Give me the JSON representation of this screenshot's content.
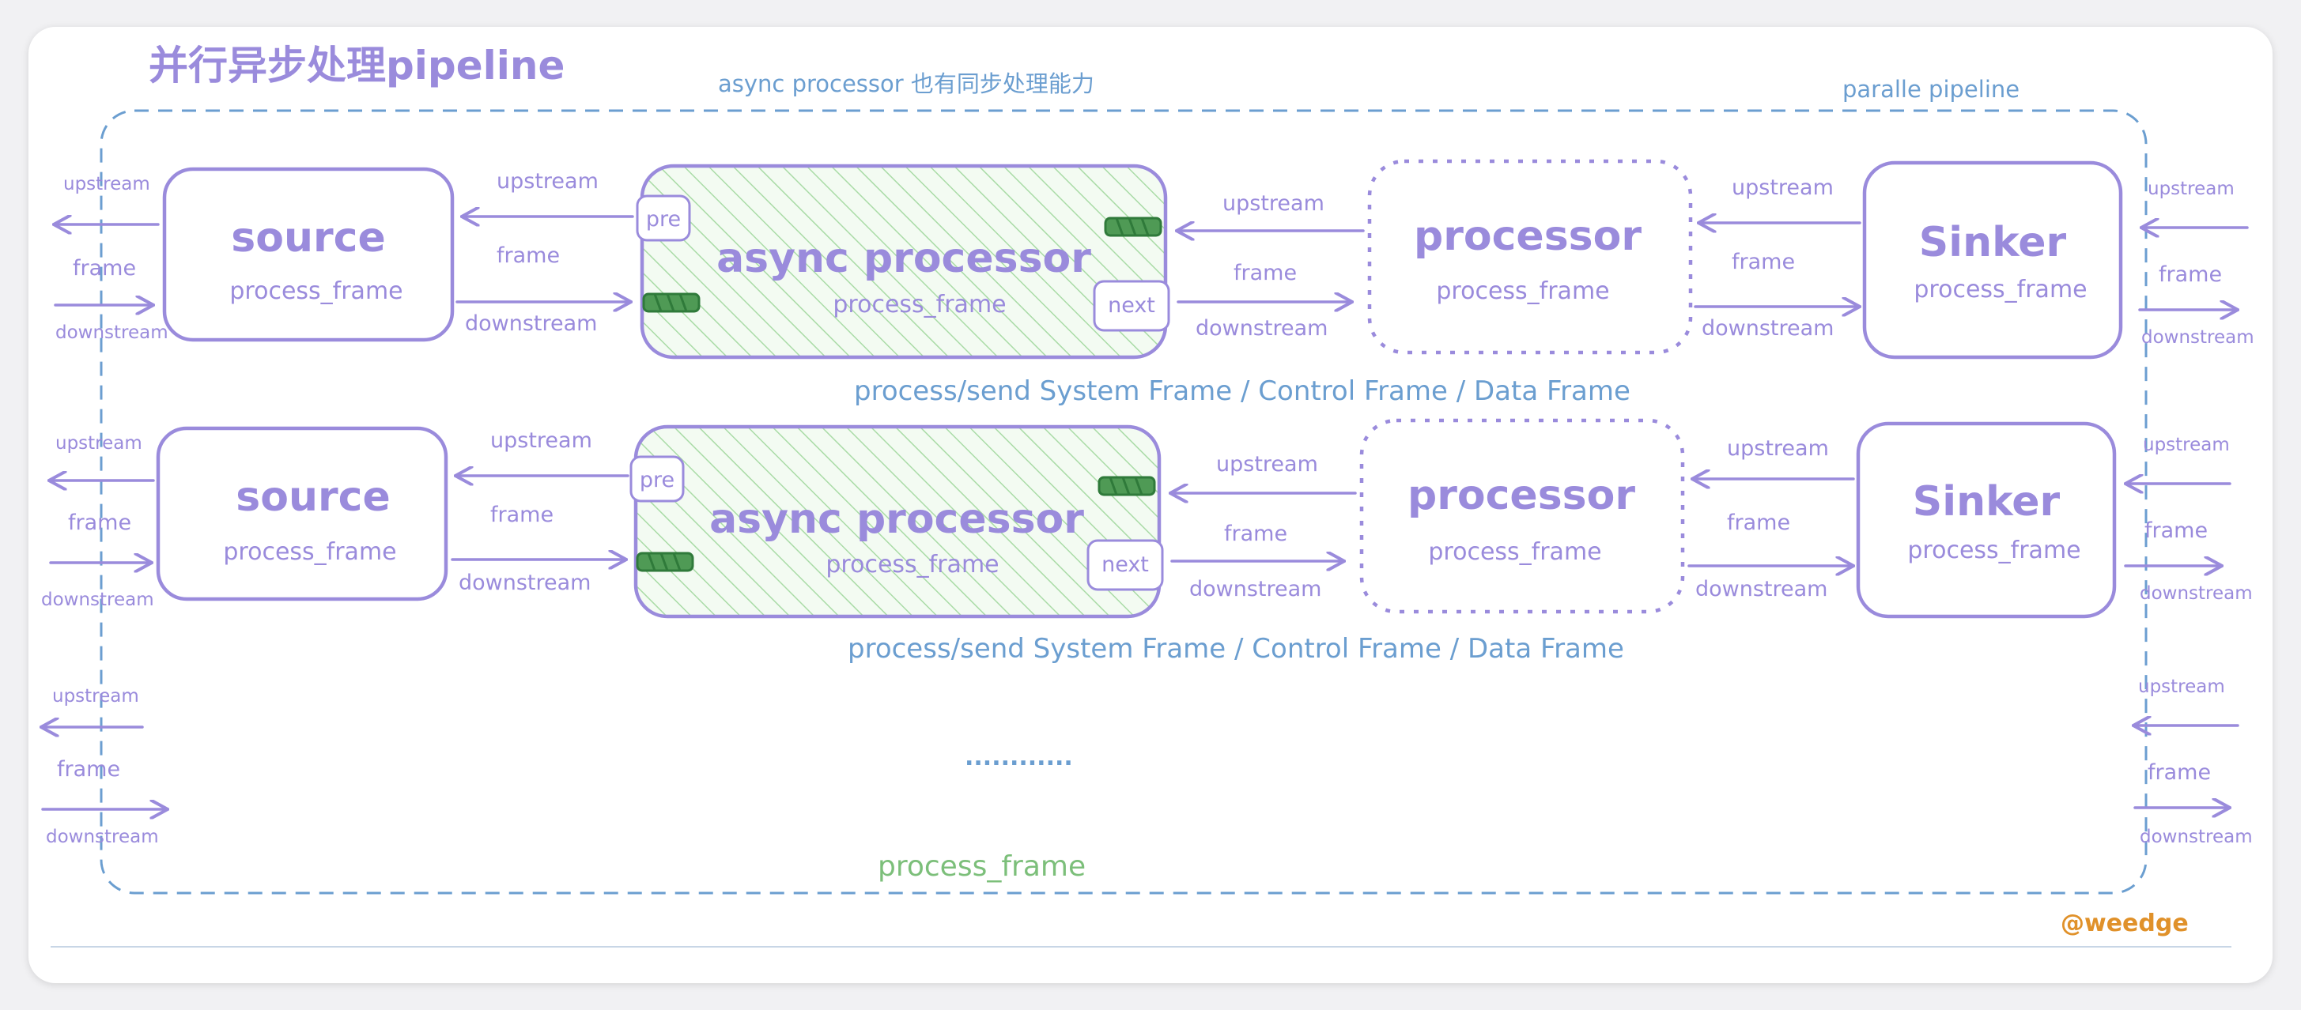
{
  "title": "并行异步处理pipeline",
  "note_async": "async processor 也有同步处理能力",
  "note_parallel": "paralle pipeline",
  "rows": [
    {
      "source": {
        "title": "source",
        "sub": "process_frame"
      },
      "async": {
        "title": "async processor",
        "sub": "process_frame",
        "pre": "pre",
        "next": "next"
      },
      "processor": {
        "title": "processor",
        "sub": "process_frame"
      },
      "sinker": {
        "title": "Sinker",
        "sub": "process_frame"
      },
      "caption": "process/send  System Frame / Control Frame / Data Frame"
    },
    {
      "source": {
        "title": "source",
        "sub": "process_frame"
      },
      "async": {
        "title": "async processor",
        "sub": "process_frame",
        "pre": "pre",
        "next": "next"
      },
      "processor": {
        "title": "processor",
        "sub": "process_frame"
      },
      "sinker": {
        "title": "Sinker",
        "sub": "process_frame"
      },
      "caption": "process/send  System Frame / Control Frame / Data Frame"
    }
  ],
  "edge_labels": {
    "upstream": "upstream",
    "frame": "frame",
    "downstream": "downstream"
  },
  "ellipsis": "............",
  "footer_label": "process_frame",
  "author": "@weedge",
  "colors": {
    "purple": "#9a8bdc",
    "blue": "#6b9ed0",
    "green": "#7cbf7a",
    "orange": "#e0912a",
    "hatch": "#d8f0d6",
    "chain": "#2f7a3a"
  }
}
